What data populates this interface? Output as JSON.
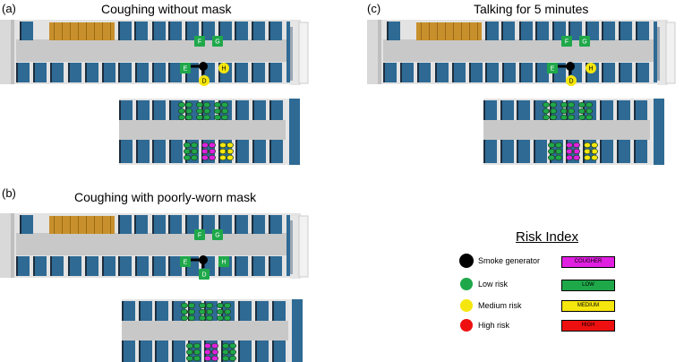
{
  "colors": {
    "seat": "#2E6A94",
    "aisle": "#C8C8C8",
    "luggage": "#C8902C",
    "low": "#1FA84A",
    "medium": "#F5E60E",
    "high": "#EE1010",
    "cougher": "#E020E0",
    "generator": "#000000"
  },
  "panels": [
    {
      "label": "(a)",
      "title": "Coughing without mask",
      "markers": {
        "F": "low",
        "G": "low",
        "E": "low",
        "H": "medium",
        "D": "medium"
      },
      "heat": [
        "low",
        "low",
        "low",
        "low",
        "cougher",
        "medium"
      ]
    },
    {
      "label": "(b)",
      "title": "Coughing with poorly-worn mask",
      "markers": {
        "F": "low",
        "G": "low",
        "E": "low",
        "H": "low",
        "D": "low"
      },
      "heat": [
        "low",
        "low",
        "low",
        "low",
        "cougher",
        "low"
      ]
    },
    {
      "label": "(c)",
      "title": "Talking for 5 minutes",
      "markers": {
        "F": "low",
        "G": "low",
        "E": "low",
        "H": "medium",
        "D": "medium"
      },
      "heat": [
        "low",
        "low",
        "low",
        "low",
        "cougher",
        "medium"
      ]
    }
  ],
  "legend": {
    "title": "Risk Index",
    "items": [
      {
        "label": "Smoke generator",
        "swatch": "generator",
        "badge": "COUGHER",
        "badge_color": "cougher"
      },
      {
        "label": "Low risk",
        "swatch": "low",
        "badge": "LOW",
        "badge_color": "low"
      },
      {
        "label": "Medium risk",
        "swatch": "medium",
        "badge": "MEDIUM",
        "badge_color": "medium"
      },
      {
        "label": "High risk",
        "swatch": "high",
        "badge": "HIGH",
        "badge_color": "high"
      }
    ]
  }
}
